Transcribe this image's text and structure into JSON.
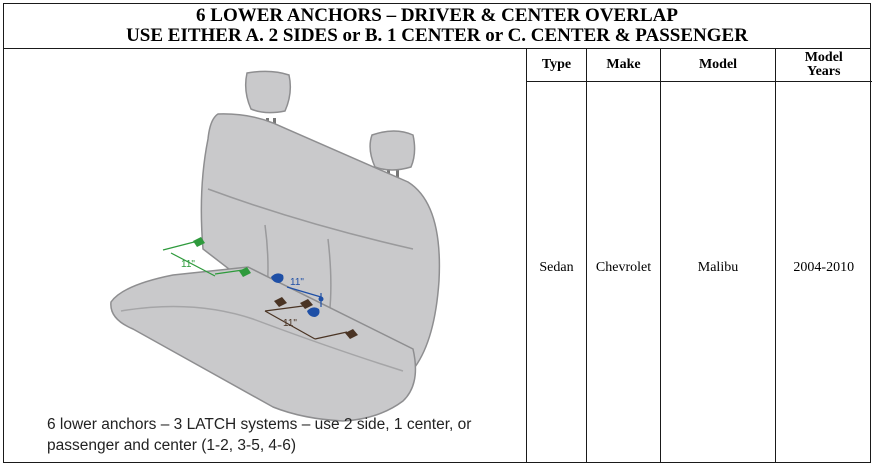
{
  "header": {
    "title_line1": "6 LOWER ANCHORS – DRIVER & CENTER OVERLAP",
    "title_line2": "USE EITHER A. 2 SIDES or B. 1 CENTER or C. CENTER & PASSENGER"
  },
  "diagram": {
    "caption_line1": "6 lower anchors – 3 LATCH systems – use 2 side, 1 center, or",
    "caption_line2": "passenger and center (1-2, 3-5, 4-6)",
    "labels": {
      "green": "11\"",
      "blue": "11\"",
      "brown": "11\""
    },
    "colors": {
      "seat": "#c9c9cb",
      "seat_edge": "#8e8e90",
      "green": "#2e9a3c",
      "blue": "#1e4fa6",
      "brown": "#4a3424"
    }
  },
  "table": {
    "headers": {
      "type": "Type",
      "make": "Make",
      "model": "Model",
      "years": "Model Years"
    },
    "row": {
      "type": "Sedan",
      "make": "Chevrolet",
      "model": "Malibu",
      "years": "2004-2010"
    }
  }
}
